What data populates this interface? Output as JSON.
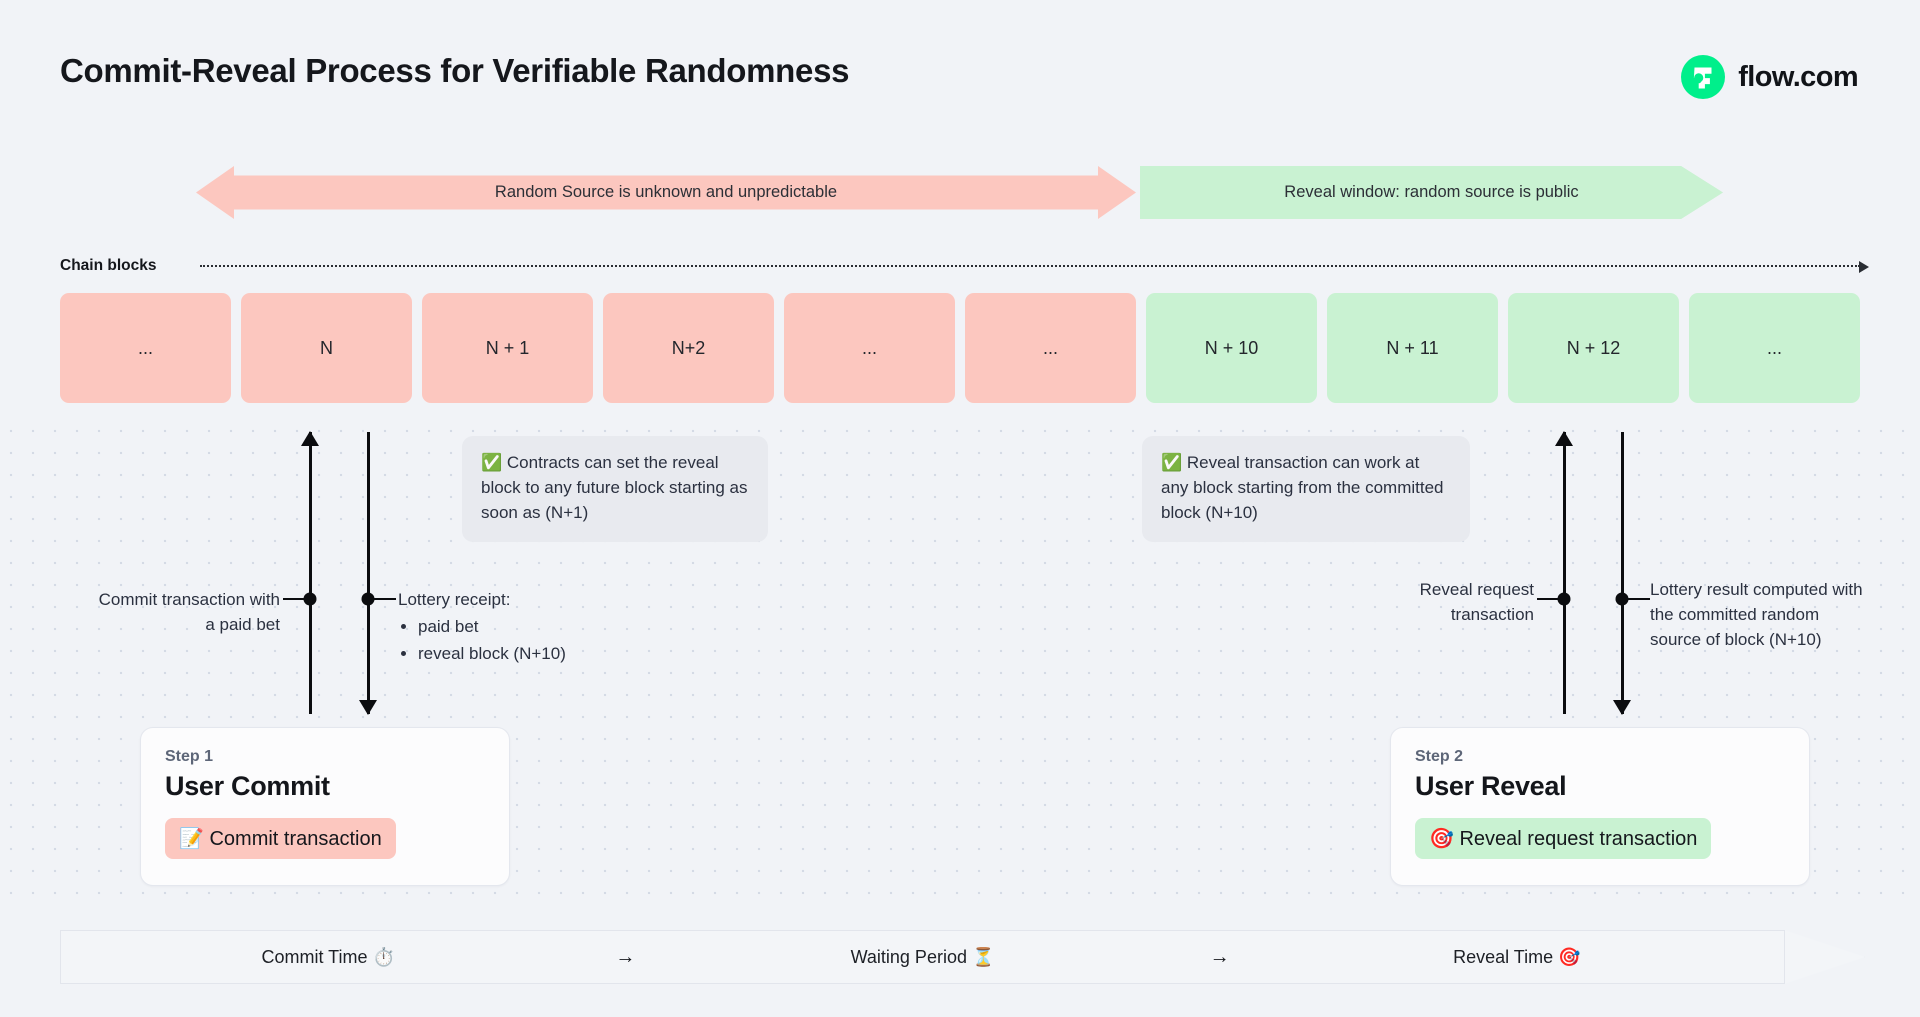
{
  "header": {
    "title": "Commit-Reveal Process for Verifiable Randomness",
    "brand_name": "flow.com",
    "brand_color": "#00ef8b"
  },
  "banners": [
    {
      "id": "unknown-window",
      "label": "Random Source is unknown and unpredictable",
      "color": "#fcc7bf",
      "direction": "double"
    },
    {
      "id": "reveal-window",
      "label": "Reveal window: random source is public",
      "color": "#c9f2d2",
      "direction": "right"
    }
  ],
  "chain": {
    "axis_label": "Chain blocks",
    "blocks": [
      {
        "label": "...",
        "state": "pink"
      },
      {
        "label": "N",
        "state": "pink"
      },
      {
        "label": "N + 1",
        "state": "pink"
      },
      {
        "label": "N+2",
        "state": "pink"
      },
      {
        "label": "...",
        "state": "pink"
      },
      {
        "label": "...",
        "state": "pink"
      },
      {
        "label": "N + 10",
        "state": "green"
      },
      {
        "label": "N + 11",
        "state": "green"
      },
      {
        "label": "N + 12",
        "state": "green"
      },
      {
        "label": "...",
        "state": "green"
      }
    ]
  },
  "callouts": {
    "commit": {
      "icon": "✅",
      "text": "Contracts can set the reveal block to any future block starting as soon as (N+1)"
    },
    "reveal": {
      "icon": "✅",
      "text": "Reveal transaction can work at any block starting from the committed block (N+10)"
    }
  },
  "markers": {
    "commit_tx": "Commit transaction with a paid bet",
    "lottery_receipt_title": "Lottery receipt:",
    "lottery_receipt_items": [
      "paid bet",
      "reveal block (N+10)"
    ],
    "reveal_request": "Reveal request transaction",
    "lottery_result": "Lottery result computed with the committed random source of block (N+10)"
  },
  "steps": [
    {
      "kicker": "Step 1",
      "title": "User Commit",
      "pill_icon": "📝",
      "pill_label": "Commit transaction",
      "pill_color": "#fcc7bf"
    },
    {
      "kicker": "Step 2",
      "title": "User Reveal",
      "pill_icon": "🎯",
      "pill_label": "Reveal request transaction",
      "pill_color": "#c9f2d2"
    }
  ],
  "timeline": {
    "phases": [
      {
        "label": "Commit Time ⏱️"
      },
      {
        "label": "Waiting Period ⏳"
      },
      {
        "label": "Reveal Time 🎯"
      }
    ],
    "separator": "→"
  }
}
